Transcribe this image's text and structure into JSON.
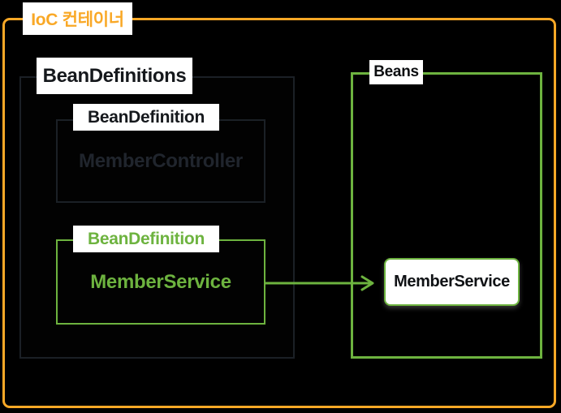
{
  "diagram": {
    "container": {
      "title": "IoC 컨테이너"
    },
    "bean_definitions": {
      "label": "BeanDefinitions",
      "definitions": [
        {
          "label": "BeanDefinition",
          "bean_class": "MemberController",
          "state": "inactive"
        },
        {
          "label": "BeanDefinition",
          "bean_class": "MemberService",
          "state": "active"
        }
      ]
    },
    "beans": {
      "label": "Beans",
      "instances": [
        {
          "name": "MemberService"
        }
      ]
    },
    "arrow": {
      "meaning": "bean-instantiation",
      "from": "BeanDefinition MemberService",
      "to": "Bean MemberService"
    },
    "colors": {
      "background": "#000000",
      "container_border": "#F9A826",
      "title_text": "#F9A826",
      "active_green": "#6DB33F",
      "inactive_border": "#1B2026",
      "inactive_text": "#20252D",
      "label_bg": "#FFFFFF",
      "label_text": "#15181C"
    }
  }
}
